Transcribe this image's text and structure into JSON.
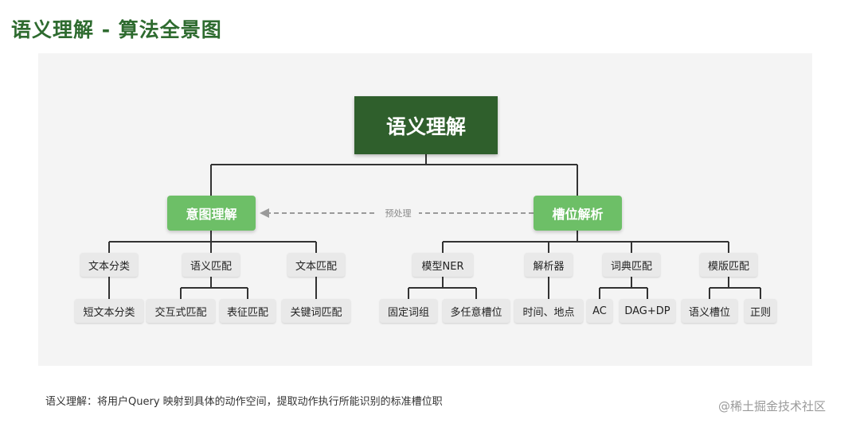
{
  "header": {
    "title": "语义理解 - 算法全景图"
  },
  "diagram": {
    "root": "语义理解",
    "intent": {
      "label": "意图理解",
      "children": [
        {
          "label": "文本分类",
          "children": [
            "短文本分类"
          ]
        },
        {
          "label": "语义匹配",
          "children": [
            "交互式匹配",
            "表征匹配"
          ]
        },
        {
          "label": "文本匹配",
          "children": [
            "关键词匹配"
          ]
        }
      ]
    },
    "slot": {
      "label": "槽位解析",
      "children": [
        {
          "label": "模型NER",
          "children": [
            "固定词组",
            "多任意槽位"
          ]
        },
        {
          "label": "解析器",
          "children": [
            "时间、地点"
          ]
        },
        {
          "label": "词典匹配",
          "children": [
            "AC",
            "DAG+DP"
          ]
        },
        {
          "label": "模版匹配",
          "children": [
            "语义槽位",
            "正则"
          ]
        }
      ]
    },
    "preprocess_label": "预处理"
  },
  "caption": "语义理解：将用户Query 映射到具体的动作空间，提取动作执行所能识别的标准槽位职",
  "watermark": "@稀土掘金技术社区"
}
